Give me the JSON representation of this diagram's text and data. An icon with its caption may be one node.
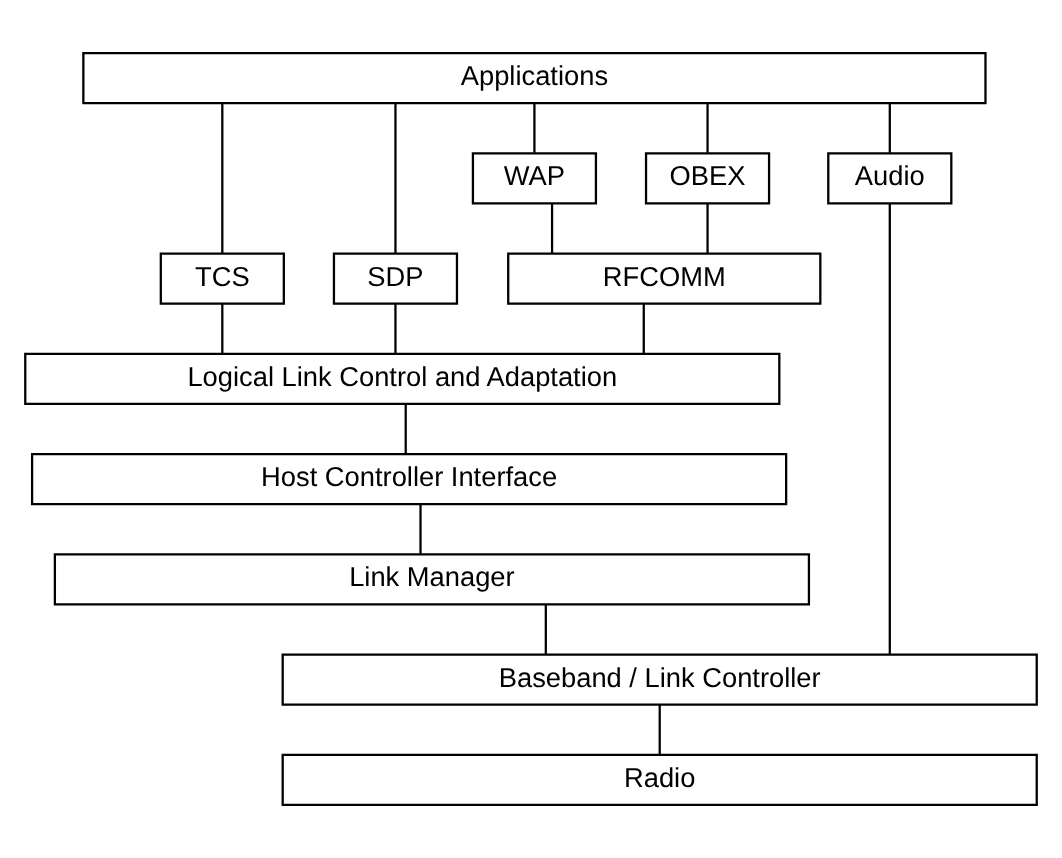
{
  "diagram": {
    "nodes": [
      {
        "text": [
          "Applications"
        ]
      },
      {
        "text": [
          "TCS"
        ]
      },
      {
        "text": [
          "SDP"
        ]
      },
      {
        "text": [
          "WAP"
        ]
      },
      {
        "text": [
          "OBEX"
        ]
      },
      {
        "text": [
          "Audio"
        ]
      },
      {
        "text": [
          "RFCOMM"
        ]
      },
      {
        "text": [
          "Logical Link Control and Adaptation"
        ]
      },
      {
        "text": [
          "Host Controller Interface"
        ]
      },
      {
        "text": [
          "Link Manager"
        ]
      },
      {
        "text": [
          "Baseband / Link Controller"
        ]
      },
      {
        "text": [
          "Radio"
        ]
      }
    ],
    "edges": [
      {
        "from": 0,
        "to": 1,
        "arrow": "none"
      },
      {
        "from": 0,
        "to": 3,
        "arrow": "none"
      },
      {
        "from": 0,
        "to": 4,
        "arrow": "none"
      },
      {
        "from": 0,
        "to": 2,
        "arrow": "none"
      },
      {
        "from": 0,
        "to": 5,
        "arrow": "none"
      },
      {
        "from": 3,
        "to": 6,
        "arrow": "none"
      },
      {
        "from": 4,
        "to": 6,
        "arrow": "none"
      },
      {
        "from": 1,
        "to": 7,
        "arrow": "none"
      },
      {
        "from": 6,
        "to": 7,
        "arrow": "none"
      },
      {
        "from": 2,
        "to": 7,
        "arrow": "none"
      },
      {
        "from": 7,
        "to": 8,
        "arrow": "none"
      },
      {
        "from": 8,
        "to": 9,
        "arrow": "none"
      },
      {
        "from": 9,
        "to": 10,
        "arrow": "none"
      },
      {
        "from": 5,
        "to": 10,
        "arrow": "none"
      },
      {
        "from": 10,
        "to": 11,
        "arrow": "none"
      }
    ]
  }
}
